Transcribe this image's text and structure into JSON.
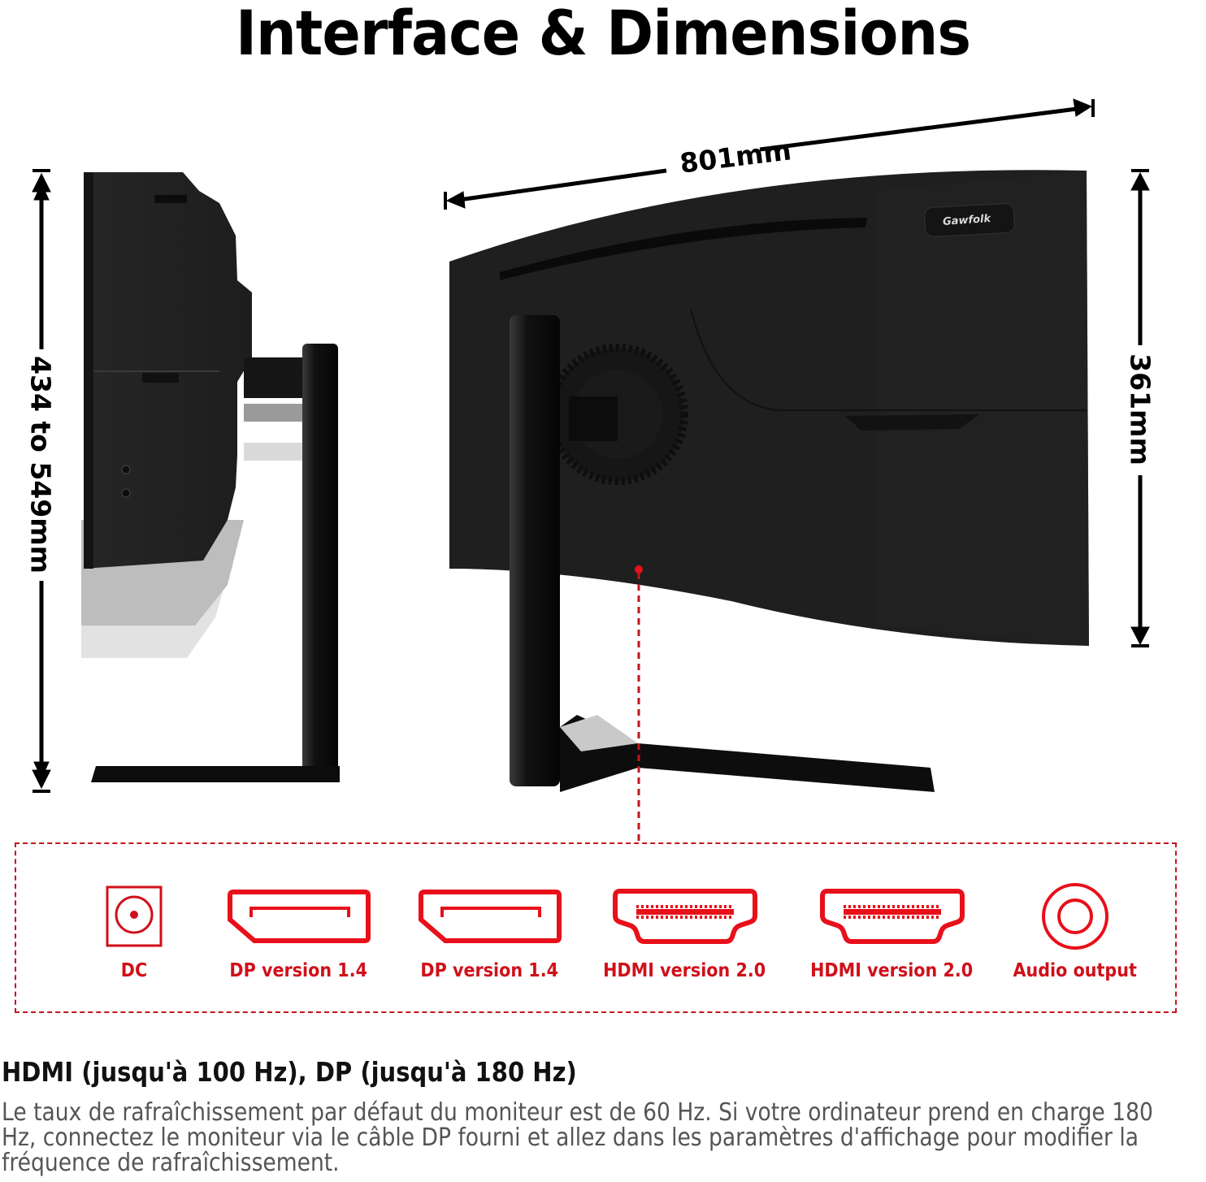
{
  "title": "Interface & Dimensions",
  "dimensions": {
    "height_adjustable": "434 to 549mm",
    "panel_height": "361mm",
    "width": "801mm"
  },
  "brand": "Gawfolk",
  "colors": {
    "accent_red": "#d0101a",
    "dashed_border": "#c0161e",
    "monitor_body": "#1c1c1c",
    "text_dark": "#111111",
    "text_gray": "#555555"
  },
  "ports": [
    {
      "icon": "dc-power-icon",
      "label": "DC"
    },
    {
      "icon": "displayport-icon",
      "label": "DP version 1.4"
    },
    {
      "icon": "displayport-icon",
      "label": "DP version 1.4"
    },
    {
      "icon": "hdmi-icon",
      "label": "HDMI version 2.0"
    },
    {
      "icon": "hdmi-icon",
      "label": "HDMI version 2.0"
    },
    {
      "icon": "audio-output-icon",
      "label": "Audio output"
    }
  ],
  "refresh_info": {
    "heading": "HDMI (jusqu'à 100 Hz), DP (jusqu'à 180 Hz)",
    "body": "Le taux de rafraîchissement par défaut du moniteur est de 60 Hz. Si votre ordinateur prend en charge 180 Hz, connectez le moniteur via le câble DP fourni et allez dans les paramètres d'affichage pour modifier la fréquence de rafraîchissement."
  }
}
